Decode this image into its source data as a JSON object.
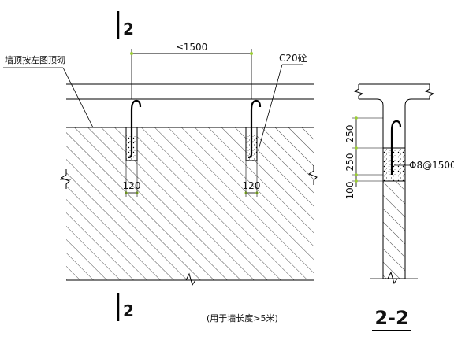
{
  "labels": {
    "section_mark_top": "2",
    "section_mark_bottom": "2",
    "spacing_dim": "≤1500",
    "concrete_grade": "C20砼",
    "wall_top_note": "墙顶按左图顶砌",
    "pocket_width_left": "120",
    "pocket_width_right": "120",
    "usage_note": "(用于墙长度>5米)",
    "section_title": "2-2",
    "dim_250_top": "250",
    "dim_250_mid": "250",
    "dim_100": "100",
    "rebar_spec": "Φ8@1500"
  },
  "colors": {
    "line": "#000000",
    "dim_tick": "#9acd32"
  }
}
